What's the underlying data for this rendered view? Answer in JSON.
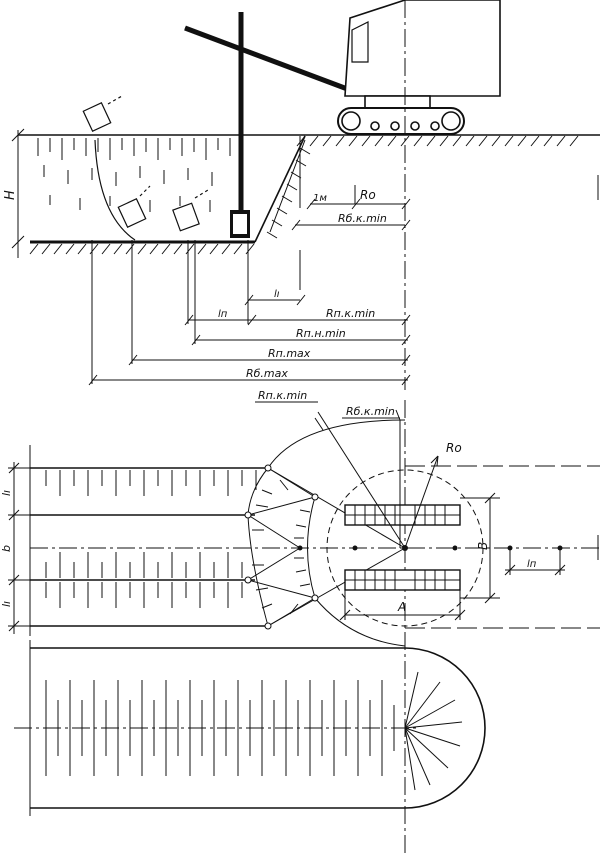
{
  "labels": {
    "h": "H",
    "one_m": "1м",
    "r_o_top": "Ro",
    "r_b_k_min_top": "Rб.к.min",
    "l_ii": "lп",
    "l_i": "lı",
    "r_p_k_min_top": "Rп.к.min",
    "r_p_n_min": "Rп.н.min",
    "r_p_max": "Rп.max",
    "r_b_max": "Rб.max",
    "r_p_k_min_plan": "Rп.к.min",
    "r_b_k_min_plan": "Rб.к.min",
    "r_o_plan": "Ro",
    "b": "B",
    "a": "A",
    "l_ii_plan": "lп",
    "l_i_upper": "lı",
    "b_small": "b",
    "l_i_lower": "lı"
  },
  "colors": {
    "ink": "#111111",
    "paper": "#ffffff"
  }
}
